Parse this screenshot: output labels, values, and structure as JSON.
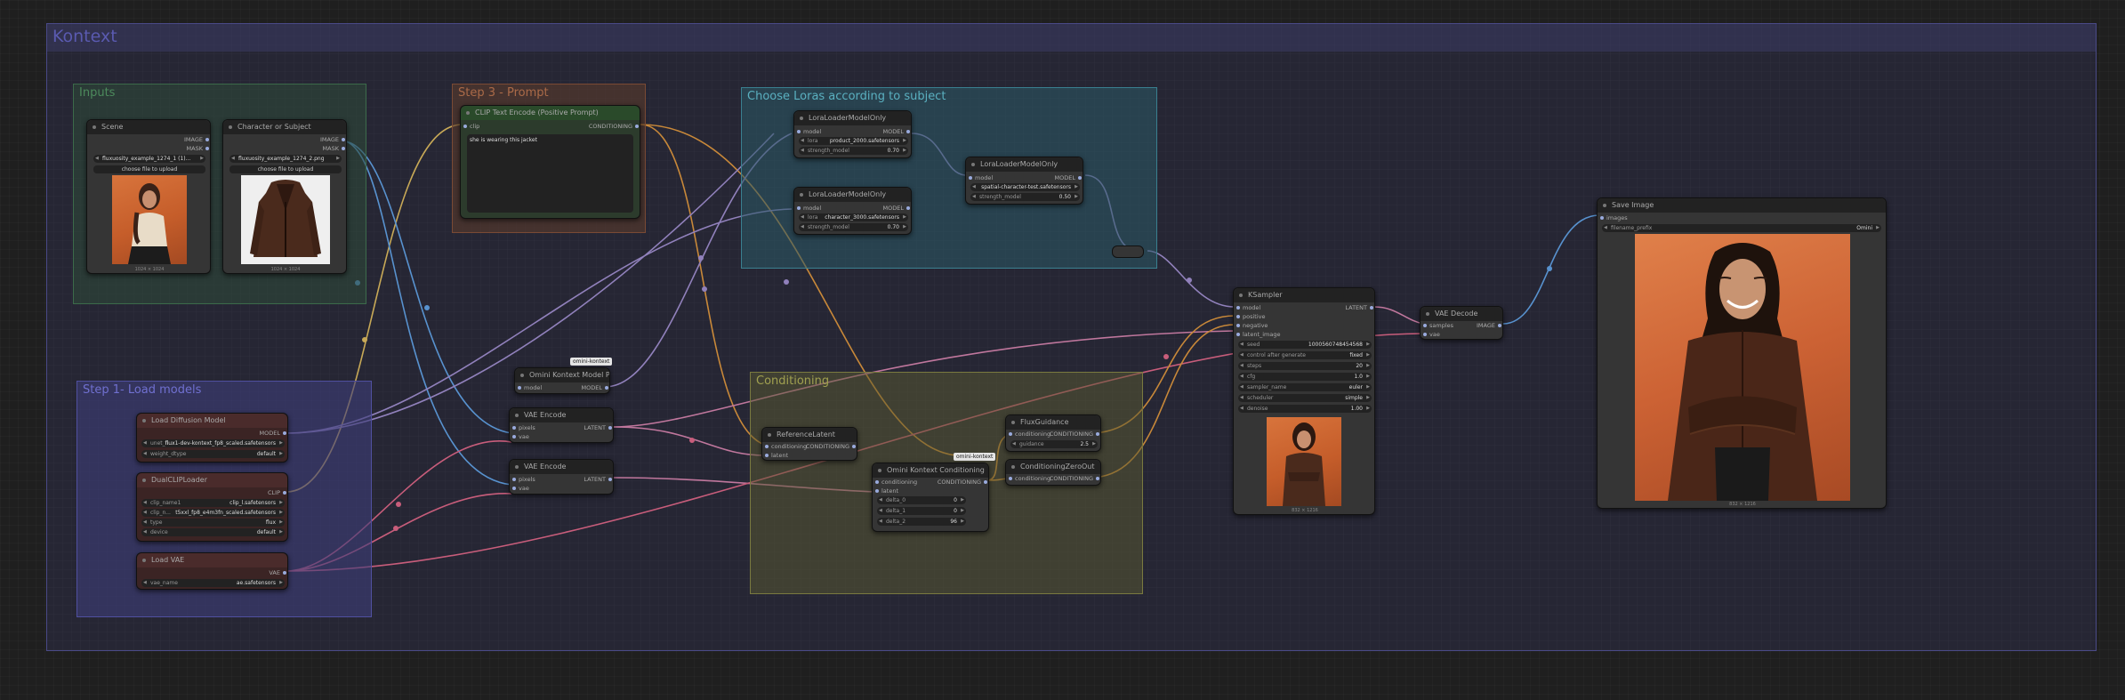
{
  "groups": {
    "kontext": "Kontext",
    "inputs": "Inputs",
    "step3": "Step 3 - Prompt",
    "loras": "Choose Loras according to subject",
    "step1": "Step 1- Load models",
    "conditioning": "Conditioning"
  },
  "nodes": {
    "scene": {
      "title": "Scene",
      "out_image": "IMAGE",
      "out_mask": "MASK",
      "file": "fluxuosity_example_1274_1 (1)...",
      "upload": "choose file to upload",
      "caption": "1024 × 1024"
    },
    "subject": {
      "title": "Character or Subject",
      "out_image": "IMAGE",
      "out_mask": "MASK",
      "file": "fluxuosity_example_1274_2.png",
      "upload": "choose file to upload",
      "caption": "1024 × 1024"
    },
    "clip_text": {
      "title": "CLIP Text Encode (Positive Prompt)",
      "in_clip": "clip",
      "out": "CONDITIONING",
      "text": "she is wearing this jacket"
    },
    "lora1": {
      "title": "LoraLoaderModelOnly",
      "in_model": "model",
      "out": "MODEL",
      "lora_label": "lora",
      "lora_value": "product_2000.safetensors",
      "strength_label": "strength_model",
      "strength_value": "0.70"
    },
    "lora2": {
      "title": "LoraLoaderModelOnly",
      "in_model": "model",
      "out": "MODEL",
      "lora_label": "lora",
      "lora_value": "character_3000.safetensors",
      "strength_label": "strength_model",
      "strength_value": "0.70"
    },
    "lora3": {
      "title": "LoraLoaderModelOnly",
      "in_model": "model",
      "out": "MODEL",
      "lora_value": "spatial-character-test.safetensors",
      "strength_label": "strength_model",
      "strength_value": "0.50"
    },
    "patch": {
      "title": "Omini Kontext Model Patch",
      "badge": "omini-kontext",
      "in_model": "model",
      "out": "MODEL"
    },
    "vae_enc1": {
      "title": "VAE Encode",
      "in_pixels": "pixels",
      "in_vae": "vae",
      "out": "LATENT"
    },
    "vae_enc2": {
      "title": "VAE Encode",
      "in_pixels": "pixels",
      "in_vae": "vae",
      "out": "LATENT"
    },
    "load_diffusion": {
      "title": "Load Diffusion Model",
      "out": "MODEL",
      "unet_label": "unet_n...",
      "unet_value": "flux1-dev-kontext_fp8_scaled.safetensors",
      "dtype_label": "weight_dtype",
      "dtype_value": "default"
    },
    "dual_clip": {
      "title": "DualCLIPLoader",
      "out": "CLIP",
      "c1_label": "clip_name1",
      "c1_value": "clip_l.safetensors",
      "c2_label": "clip_n...",
      "c2_value": "t5xxl_fp8_e4m3fn_scaled.safetensors",
      "type_label": "type",
      "type_value": "flux",
      "device_label": "device",
      "device_value": "default"
    },
    "load_vae": {
      "title": "Load VAE",
      "out": "VAE",
      "name_label": "vae_name",
      "name_value": "ae.safetensors"
    },
    "ref_latent": {
      "title": "ReferenceLatent",
      "in_cond": "conditioning",
      "in_latent": "latent",
      "out": "CONDITIONING"
    },
    "omini_cond": {
      "title": "Omini Kontext Conditioning",
      "badge": "omini-kontext",
      "in_cond": "conditioning",
      "in_latent": "latent",
      "out": "CONDITIONING",
      "dx_label": "delta_0",
      "dx_value": "0",
      "dy_label": "delta_1",
      "dy_value": "0",
      "dz_label": "delta_2",
      "dz_value": "96"
    },
    "flux_guidance": {
      "title": "FluxGuidance",
      "in_cond": "conditioning",
      "out": "CONDITIONING",
      "g_label": "guidance",
      "g_value": "2.5"
    },
    "zero_out": {
      "title": "ConditioningZeroOut",
      "in_cond": "conditioning",
      "out": "CONDITIONING"
    },
    "ksampler": {
      "title": "KSampler",
      "in_model": "model",
      "in_pos": "positive",
      "in_neg": "negative",
      "in_latent": "latent_image",
      "out": "LATENT",
      "w": [
        {
          "l": "seed",
          "v": "1000560748454568"
        },
        {
          "l": "control after generate",
          "v": "fixed"
        },
        {
          "l": "steps",
          "v": "20"
        },
        {
          "l": "cfg",
          "v": "1.0"
        },
        {
          "l": "sampler_name",
          "v": "euler"
        },
        {
          "l": "scheduler",
          "v": "simple"
        },
        {
          "l": "denoise",
          "v": "1.00"
        }
      ],
      "caption": "832 × 1216"
    },
    "vae_decode": {
      "title": "VAE Decode",
      "in_samples": "samples",
      "in_vae": "vae",
      "out": "IMAGE"
    },
    "save_image": {
      "title": "Save Image",
      "in_images": "images",
      "prefix_label": "filename_prefix",
      "prefix_value": "Omini",
      "caption": "832 × 1216"
    }
  },
  "colors": {
    "kontext": "#3a3a6a",
    "inputs": "#2d4a38",
    "step3": "#5a3a2c",
    "loras": "#2a5a66",
    "step1": "#3d3d7a",
    "conditioning": "#5a5a30",
    "wire_model": "#b39ddb",
    "wire_clip": "#ffd54f",
    "wire_cond": "#ffa726",
    "wire_image": "#64b5f6",
    "wire_latent": "#f48fb1",
    "wire_vae": "#ff6b81"
  }
}
